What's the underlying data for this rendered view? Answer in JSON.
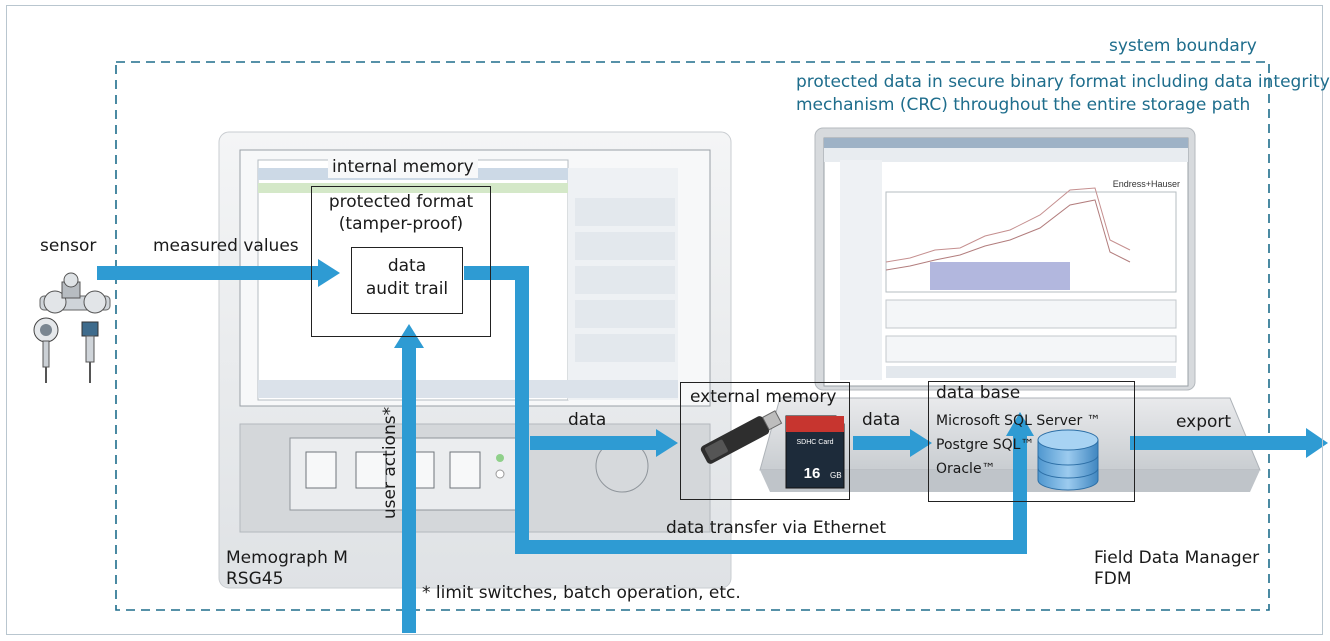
{
  "labels": {
    "system_boundary": "system boundary",
    "protected_note_line1": "protected data in secure binary format including data integrity",
    "protected_note_line2": "mechanism (CRC) throughout the entire storage path",
    "internal_memory": "internal memory",
    "protected_format_line1": "protected format",
    "protected_format_line2": "(tamper-proof)",
    "data_audit_line1": "data",
    "data_audit_line2": "audit trail",
    "sensor": "sensor",
    "measured_values": "measured values",
    "user_actions": "user actions*",
    "data_1": "data",
    "external_memory": "external memory",
    "data_2": "data",
    "data_base": "data  base",
    "db_item_1": "Microsoft SQL Server ™",
    "db_item_2": "Postgre SQL™",
    "db_item_3": "Oracle™",
    "export": "export",
    "data_transfer": "data transfer via Ethernet",
    "memograph_line1": "Memograph M",
    "memograph_line2": "RSG45",
    "fdm_line1": "Field Data Manager",
    "fdm_line2": "FDM",
    "footnote": "* limit switches, batch operation, etc.",
    "sd_card_label": "SDHC Card",
    "sd_card_size": "16",
    "sd_card_unit": "GB",
    "screen_vendor": "Endress+Hauser"
  },
  "colors": {
    "flow_arrow": "#2e9bd3",
    "boundary": "#1e6d8c",
    "teal_text": "#1e6d8c",
    "device_gray": "#e6e8ea",
    "db_cylinder": "#6aaee0"
  },
  "icons": {
    "sensor_devices": "flowmeter-sensors-icon",
    "usb_stick": "usb-stick-icon",
    "sd_card": "sd-card-icon",
    "database": "database-cylinder-icon"
  }
}
